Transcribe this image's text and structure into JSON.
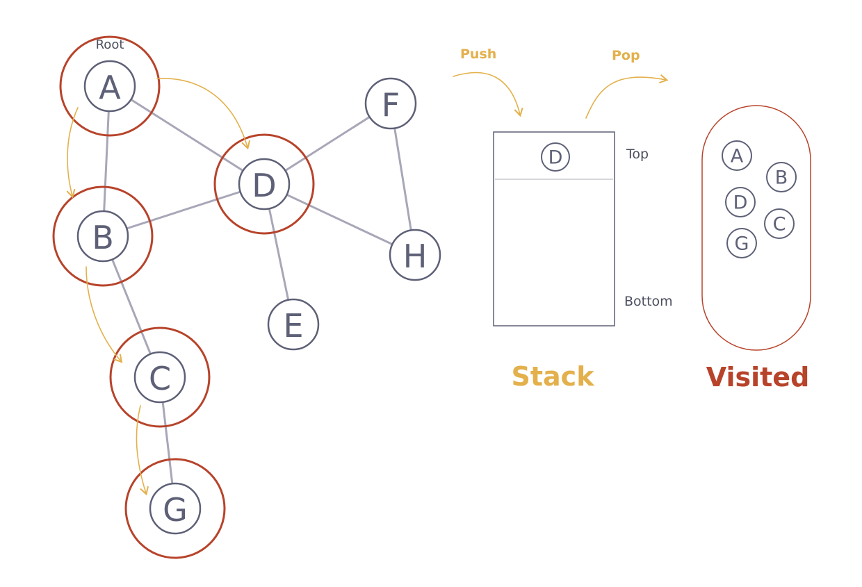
{
  "graph": {
    "root_label": "Root",
    "nodes": [
      {
        "id": "A",
        "label": "A",
        "visited": true
      },
      {
        "id": "B",
        "label": "B",
        "visited": true
      },
      {
        "id": "C",
        "label": "C",
        "visited": true
      },
      {
        "id": "D",
        "label": "D",
        "visited": true
      },
      {
        "id": "E",
        "label": "E",
        "visited": false
      },
      {
        "id": "F",
        "label": "F",
        "visited": false
      },
      {
        "id": "G",
        "label": "G",
        "visited": true
      },
      {
        "id": "H",
        "label": "H",
        "visited": false
      }
    ],
    "edges": [
      [
        "A",
        "B"
      ],
      [
        "A",
        "D"
      ],
      [
        "B",
        "D"
      ],
      [
        "B",
        "C"
      ],
      [
        "C",
        "G"
      ],
      [
        "D",
        "F"
      ],
      [
        "D",
        "H"
      ],
      [
        "D",
        "E"
      ],
      [
        "F",
        "H"
      ]
    ],
    "traversal": [
      [
        "A",
        "B"
      ],
      [
        "B",
        "C"
      ],
      [
        "C",
        "G"
      ],
      [
        "A",
        "D"
      ]
    ]
  },
  "stack": {
    "title": "Stack",
    "push_label": "Push",
    "pop_label": "Pop",
    "top_label": "Top",
    "bottom_label": "Bottom",
    "items": [
      "D"
    ]
  },
  "visited": {
    "title": "Visited",
    "items": [
      "A",
      "B",
      "D",
      "C",
      "G"
    ]
  },
  "colors": {
    "node_stroke": "#5d6076",
    "edge": "#a7a7b8",
    "visited_ring": "#b7432a",
    "accent": "#e3b04b",
    "visited_title": "#b7432a",
    "stack_title": "#e3b04b"
  }
}
